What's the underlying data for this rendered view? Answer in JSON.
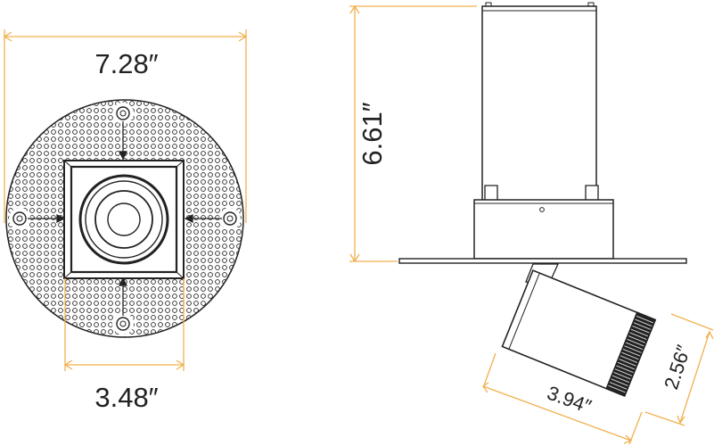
{
  "dimensions": {
    "width_label": "7.28″",
    "cutout_label": "3.48″",
    "height_label": "6.61″",
    "head_length_label": "3.94″",
    "head_diameter_label": "2.56″"
  },
  "colors": {
    "dimension_line": "#F0B04E",
    "outline": "#222222",
    "background": "#ffffff"
  },
  "views": [
    "front-view",
    "side-view"
  ]
}
